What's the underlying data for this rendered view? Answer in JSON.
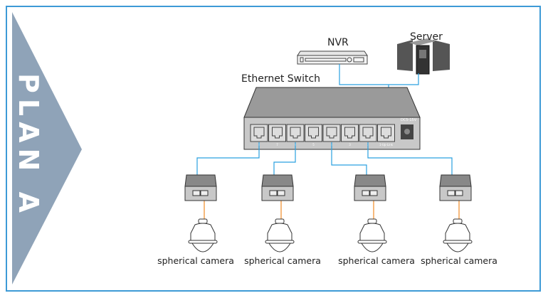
{
  "plan_label": "PLAN A",
  "devices": {
    "nvr": "NVR",
    "server": "Server",
    "switch": "Ethernet Switch",
    "switch_power": "DC5-15V",
    "switch_ports": [
      "8",
      "7",
      "6",
      "5",
      "4",
      "3",
      "2",
      "1-Up-Link"
    ]
  },
  "cameras": [
    {
      "label": "spherical camera"
    },
    {
      "label": "spherical camera"
    },
    {
      "label": "spherical camera"
    },
    {
      "label": "spherical camera"
    }
  ],
  "colors": {
    "border": "#3d9ad6",
    "arrow": "#8fa3b8",
    "network_line": "#2aa0e0",
    "poe_line": "#f08a24",
    "device_gray": "#c8c8c8"
  }
}
